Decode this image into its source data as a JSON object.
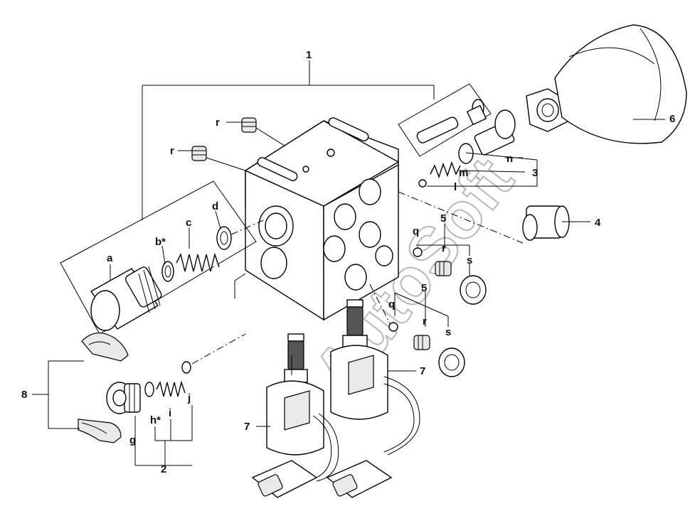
{
  "labels": {
    "l1": "1",
    "l2": "2",
    "l3": "3",
    "l4": "4",
    "l5a": "5",
    "l5b": "5",
    "l6": "6",
    "l7a": "7",
    "l7b": "7",
    "l8": "8",
    "a": "a",
    "b": "b*",
    "c": "c",
    "d": "d",
    "g": "g",
    "h": "h*",
    "i": "i",
    "j": "j",
    "l": "l",
    "m": "m",
    "n": "n",
    "q1": "q",
    "q2": "q",
    "r1": "r",
    "r2": "r",
    "r3": "r",
    "r4": "r",
    "s1": "s",
    "s2": "s"
  },
  "watermark": "AutoSoft"
}
